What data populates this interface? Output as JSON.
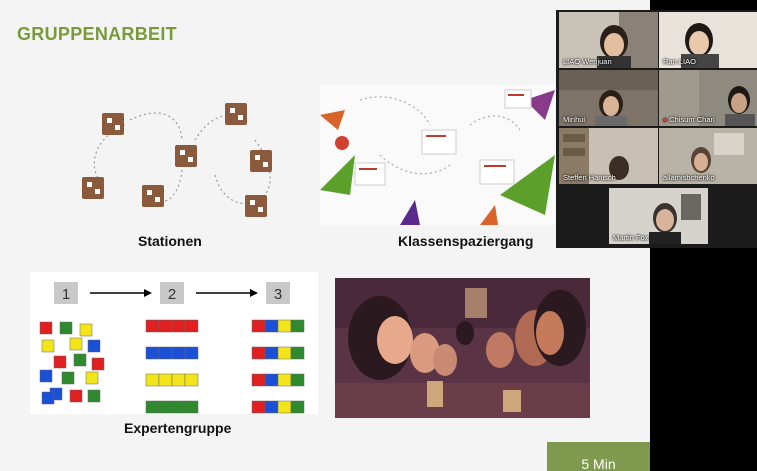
{
  "slide": {
    "title": "GRUPPENARBEIT",
    "captions": {
      "stationen": "Stationen",
      "klassenspaziergang": "Klassenspaziergang",
      "expertengruppe": "Expertengruppe"
    },
    "expert_diagram": {
      "steps": [
        "1",
        "2",
        "3"
      ]
    },
    "timer": "5 Min"
  },
  "colors": {
    "title_green": "#7a9a3a",
    "timer_bg": "#7f9a4e",
    "active_speaker_outline": "#c9d948",
    "red": "#e02020",
    "blue": "#1a4fd8",
    "yellow": "#f2e51a",
    "green": "#2f8a2f"
  },
  "participants": [
    {
      "name": "LIAO Wenjuan",
      "active": true,
      "muted": false
    },
    {
      "name": "Ran LIAO",
      "active": false,
      "muted": false
    },
    {
      "name": "Minhui",
      "active": false,
      "muted": false
    },
    {
      "name": "Chisum Chan",
      "active": false,
      "muted": true
    },
    {
      "name": "Steffen Hanisch",
      "active": false,
      "muted": false
    },
    {
      "name": "allamishchenko",
      "active": false,
      "muted": false
    },
    {
      "name": "Martin Fox",
      "active": false,
      "muted": false
    }
  ]
}
